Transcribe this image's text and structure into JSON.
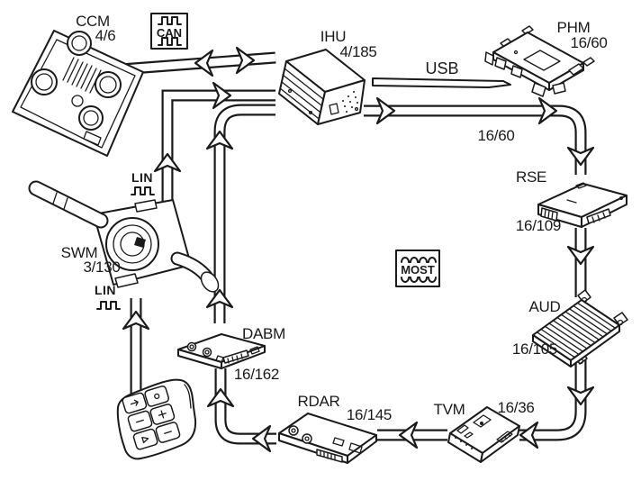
{
  "colors": {
    "background": "#ffffff",
    "line": "#1a1a1a"
  },
  "modules": [
    {
      "id": "ccm",
      "label": "CCM",
      "code": "4/6"
    },
    {
      "id": "ihu",
      "label": "IHU",
      "code": "4/185"
    },
    {
      "id": "phm",
      "label": "PHM",
      "code": "16/60"
    },
    {
      "id": "rse",
      "label": "RSE",
      "code": "16/109"
    },
    {
      "id": "aud",
      "label": "AUD",
      "code": "16/105"
    },
    {
      "id": "tvm",
      "label": "TVM",
      "code": "16/36"
    },
    {
      "id": "rdar",
      "label": "RDAR",
      "code": "16/145"
    },
    {
      "id": "dabm",
      "label": "DABM",
      "code": "16/162"
    },
    {
      "id": "swm",
      "label": "SWM",
      "code": "3/130"
    }
  ],
  "bus_icons": {
    "can": "CAN",
    "most": "MOST",
    "lin_upper": "LIN",
    "lin_lower": "LIN"
  },
  "connection_labels": {
    "usb": "USB",
    "most_ihu_rse": "16/60"
  },
  "connections": [
    {
      "from": "CCM",
      "to": "IHU",
      "bus": "CAN",
      "bidirectional": true
    },
    {
      "from": "SWM",
      "to": "IHU",
      "bus": "LIN",
      "bidirectional": false
    },
    {
      "from": "steering-wheel-keypad",
      "to": "SWM",
      "bus": "LIN",
      "bidirectional": false
    },
    {
      "from": "IHU",
      "to": "PHM",
      "bus": "USB",
      "bidirectional": true
    },
    {
      "from": "IHU",
      "to": "RSE",
      "bus": "MOST",
      "label": "16/60",
      "bidirectional": false
    },
    {
      "from": "RSE",
      "to": "AUD",
      "bus": "MOST",
      "bidirectional": false
    },
    {
      "from": "AUD",
      "to": "TVM",
      "bus": "MOST",
      "bidirectional": false
    },
    {
      "from": "TVM",
      "to": "RDAR",
      "bus": "MOST",
      "bidirectional": false
    },
    {
      "from": "RDAR",
      "to": "DABM",
      "bus": "MOST",
      "bidirectional": false
    },
    {
      "from": "DABM",
      "to": "IHU",
      "bus": "MOST",
      "bidirectional": false
    }
  ]
}
